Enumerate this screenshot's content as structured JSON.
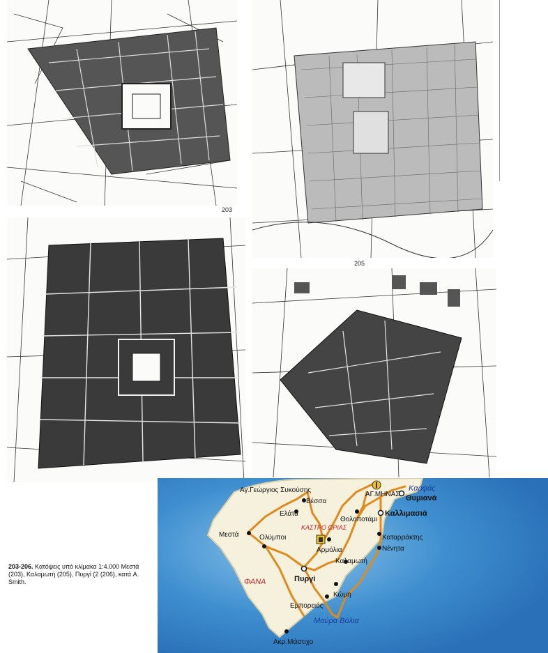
{
  "plans": [
    {
      "id": "203",
      "label": "203"
    },
    {
      "id": "205",
      "label": "205"
    }
  ],
  "caption": {
    "number": "203-206.",
    "text": "Κατόψεις υπό κλίμακα 1:4.000 Μεστά (203), Καλαμωτή (205), Πυργί (2 (206), κατά A. Smith."
  },
  "map": {
    "colors": {
      "sea": "#2f7fc4",
      "land": "#f6f1dc",
      "road": "#e08a1e",
      "red": "#c0232a",
      "blue": "#1a3d9a"
    },
    "labels": {
      "ag_georgios": "Αγ.Γεώργιος Συκούσης",
      "vessa": "Βέσσα",
      "ag_minas": "ΑΓ.ΜΗΝΑΣ",
      "karfas": "Καρφάς",
      "thymiana": "Θυμιανά",
      "elata": "Ελάτα",
      "tholopotami": "Θολοποτάμι",
      "kallimasia": "Καλλιμασιά",
      "kastro_orias": "ΚΑΣΤΡΟ ΩΡΙΑΣ",
      "mesta": "Μεστά",
      "olympoi": "Ολύμποι",
      "katarraktis": "Καταρράκτης",
      "armolia": "Αρμόλια",
      "kalamoti": "Καλαμωτή",
      "nenita": "Νένητα",
      "pyrgi": "Πυργί",
      "fana": "ΦΑΝΑ",
      "komi": "Κώμη",
      "emporeios": "Εμπορειός",
      "mavra_volia": "Μαύρα Βόλια",
      "akr_mastixo": "Ακρ.Μάστιχο"
    }
  }
}
